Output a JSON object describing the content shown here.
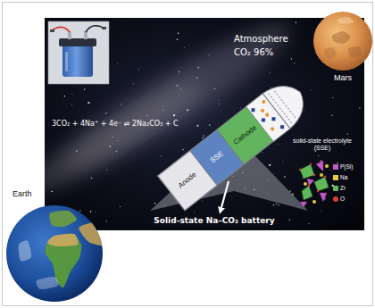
{
  "diagram": {
    "nodes": [
      {
        "text": [
          "Mars"
        ]
      },
      {
        "text": [
          "Anode"
        ]
      },
      {
        "text": [
          "SSE"
        ]
      },
      {
        "text": [
          "Cathode"
        ]
      },
      {
        "text": [
          "Earth"
        ]
      }
    ],
    "labels": [
      "Atmosphere",
      "CO₂ 96%",
      "3CO₂ + 4Na⁺ + 4e⁻ ⇌ 2Na₂CO₃ + C",
      "solid-state electrolyte (SSE)",
      "Solid-state Na–CO₂ battery"
    ],
    "legend": [
      {
        "text": "P(Si)",
        "color": "#c25bc9"
      },
      {
        "text": "Na",
        "color": "#e6c83a"
      },
      {
        "text": "Zr",
        "color": "#5fb85a"
      },
      {
        "text": "O",
        "color": "#e33b2e"
      }
    ]
  }
}
